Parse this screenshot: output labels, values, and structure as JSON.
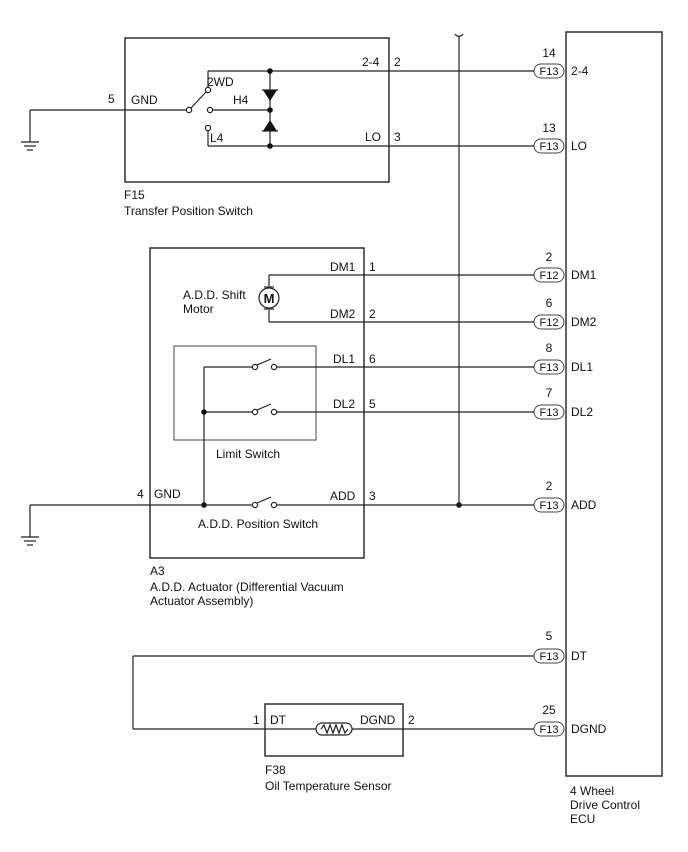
{
  "ecu": {
    "name_lines": [
      "4 Wheel",
      "Drive Control",
      "ECU"
    ],
    "pins": [
      {
        "num": "14",
        "conn": "F13",
        "name": "2-4"
      },
      {
        "num": "13",
        "conn": "F13",
        "name": "LO"
      },
      {
        "num": "2",
        "conn": "F12",
        "name": "DM1"
      },
      {
        "num": "6",
        "conn": "F12",
        "name": "DM2"
      },
      {
        "num": "8",
        "conn": "F13",
        "name": "DL1"
      },
      {
        "num": "7",
        "conn": "F13",
        "name": "DL2"
      },
      {
        "num": "2",
        "conn": "F13",
        "name": "ADD"
      },
      {
        "num": "5",
        "conn": "F13",
        "name": "DT"
      },
      {
        "num": "25",
        "conn": "F13",
        "name": "DGND"
      }
    ]
  },
  "f15": {
    "code": "F15",
    "name": "Transfer Position Switch",
    "gnd_pin": "5",
    "gnd_label": "GND",
    "pos_2wd": "2WD",
    "pos_h4": "H4",
    "pos_l4": "L4",
    "out1_label": "2-4",
    "out1_pin": "2",
    "out2_label": "LO",
    "out2_pin": "3"
  },
  "a3": {
    "code": "A3",
    "name_lines": [
      "A.D.D. Actuator (Differential Vacuum",
      "Actuator Assembly)"
    ],
    "motor_label_lines": [
      "A.D.D. Shift",
      "Motor"
    ],
    "motor_symbol": "M",
    "limit_switch_label": "Limit Switch",
    "position_switch_label": "A.D.D. Position Switch",
    "gnd_pin": "4",
    "gnd_label": "GND",
    "terminals": [
      {
        "label": "DM1",
        "pin": "1"
      },
      {
        "label": "DM2",
        "pin": "2"
      },
      {
        "label": "DL1",
        "pin": "6"
      },
      {
        "label": "DL2",
        "pin": "5"
      },
      {
        "label": "ADD",
        "pin": "3"
      }
    ]
  },
  "f38": {
    "code": "F38",
    "name": "Oil Temperature Sensor",
    "left_label": "DT",
    "left_pin": "1",
    "right_label": "DGND",
    "right_pin": "2"
  },
  "icons": {
    "ground": "ground-icon",
    "diode": "diode-icon",
    "motor": "motor-icon",
    "thermistor": "thermistor-icon",
    "connector": "connector-icon",
    "switch": "switch-icon"
  }
}
